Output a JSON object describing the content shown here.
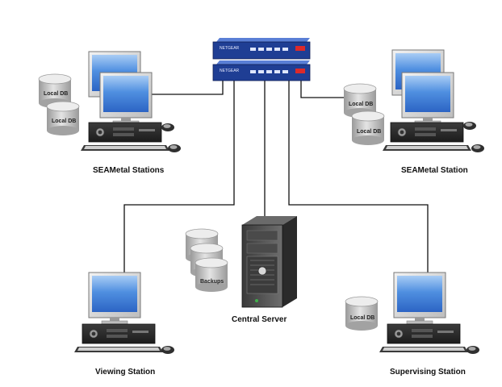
{
  "switch": {
    "unit_a_label": "NETGEAR",
    "unit_b_label": "NETGEAR"
  },
  "seametal_left": {
    "title": "SEAMetal Stations",
    "db_top": "Local DB",
    "db_bottom": "Local DB"
  },
  "seametal_right": {
    "title": "SEAMetal Station",
    "db_top": "Local DB",
    "db_bottom": "Local DB"
  },
  "central_server": {
    "title": "Central Server",
    "backup_label": "Backups"
  },
  "viewing_station": {
    "title": "Viewing Station"
  },
  "supervising_station": {
    "title": "Supervising Station",
    "db_label": "Local DB"
  },
  "colors": {
    "switch_blue": "#1f3e94",
    "monitor_blue": "#3f7fd9",
    "line": "#111111"
  }
}
